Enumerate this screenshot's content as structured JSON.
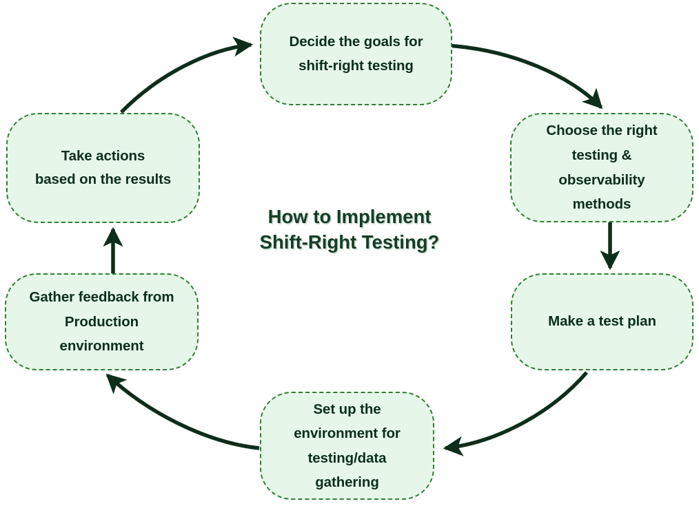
{
  "diagram": {
    "title": "How to Implement\nShift-Right Testing?",
    "type": "cycle-flowchart",
    "background_color": "#ffffff",
    "node_fill_color": "#e6f7e9",
    "node_border_color": "#2f7d32",
    "node_text_color": "#0d2e1c",
    "title_text_color": "#133d26",
    "arrow_color": "#0d2e1c",
    "nodes": [
      {
        "id": "decide-goals",
        "label": "Decide the goals for\nshift-right testing",
        "position": "top"
      },
      {
        "id": "choose-methods",
        "label": "Choose the right\ntesting &\nobservability\nmethods",
        "position": "right-upper"
      },
      {
        "id": "test-plan",
        "label": "Make a test plan",
        "position": "right-lower"
      },
      {
        "id": "setup-env",
        "label": "Set up the\nenvironment for\ntesting/data\ngathering",
        "position": "bottom"
      },
      {
        "id": "gather-feedback",
        "label": "Gather feedback from\nProduction\nenvironment",
        "position": "left-lower"
      },
      {
        "id": "take-actions",
        "label": "Take actions\nbased on the results",
        "position": "left-upper"
      }
    ],
    "edges": [
      {
        "from": "decide-goals",
        "to": "choose-methods",
        "style": "curved"
      },
      {
        "from": "choose-methods",
        "to": "test-plan",
        "style": "straight-vertical"
      },
      {
        "from": "test-plan",
        "to": "setup-env",
        "style": "curved"
      },
      {
        "from": "setup-env",
        "to": "gather-feedback",
        "style": "curved"
      },
      {
        "from": "gather-feedback",
        "to": "take-actions",
        "style": "straight-vertical"
      },
      {
        "from": "take-actions",
        "to": "decide-goals",
        "style": "curved"
      }
    ]
  }
}
